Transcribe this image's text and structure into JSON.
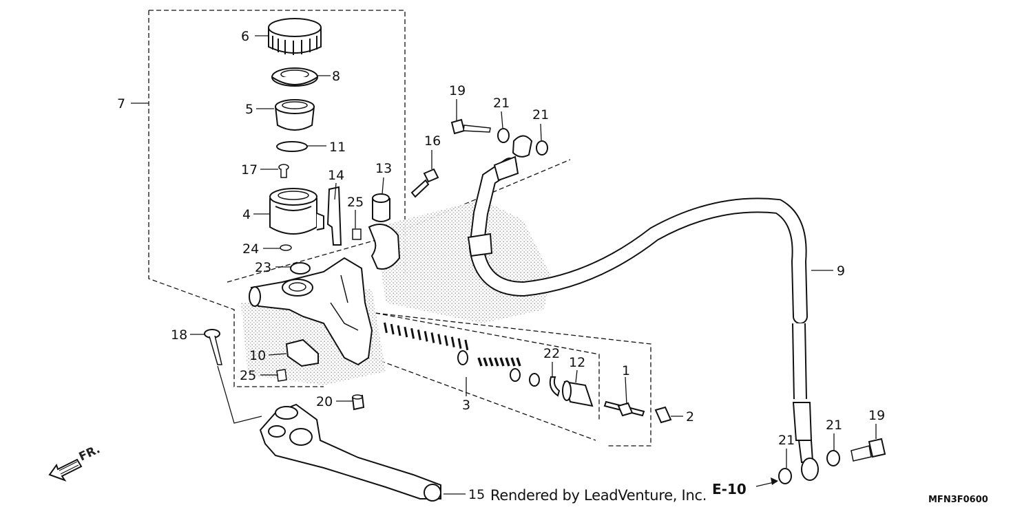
{
  "diagram": {
    "callouts": [
      "1",
      "2",
      "3",
      "4",
      "5",
      "6",
      "7",
      "8",
      "9",
      "10",
      "11",
      "12",
      "13",
      "14",
      "15",
      "16",
      "17",
      "18",
      "19",
      "19",
      "20",
      "21",
      "21",
      "21",
      "21",
      "22",
      "23",
      "24",
      "25",
      "25"
    ],
    "part_numbers": {
      "p1": "1",
      "p2": "2",
      "p3": "3",
      "p4": "4",
      "p5": "5",
      "p6": "6",
      "p7": "7",
      "p8": "8",
      "p9": "9",
      "p10": "10",
      "p11": "11",
      "p12": "12",
      "p13": "13",
      "p14": "14",
      "p15": "15",
      "p16": "16",
      "p17": "17",
      "p18": "18",
      "p19a": "19",
      "p19b": "19",
      "p20": "20",
      "p21a": "21",
      "p21b": "21",
      "p21c": "21",
      "p21d": "21",
      "p22": "22",
      "p23": "23",
      "p24": "24",
      "p25a": "25",
      "p25b": "25"
    },
    "reference": "E-10",
    "direction": "FR.",
    "diagram_code": "MFN3F0600",
    "credit": "Rendered by LeadVenture, Inc."
  }
}
